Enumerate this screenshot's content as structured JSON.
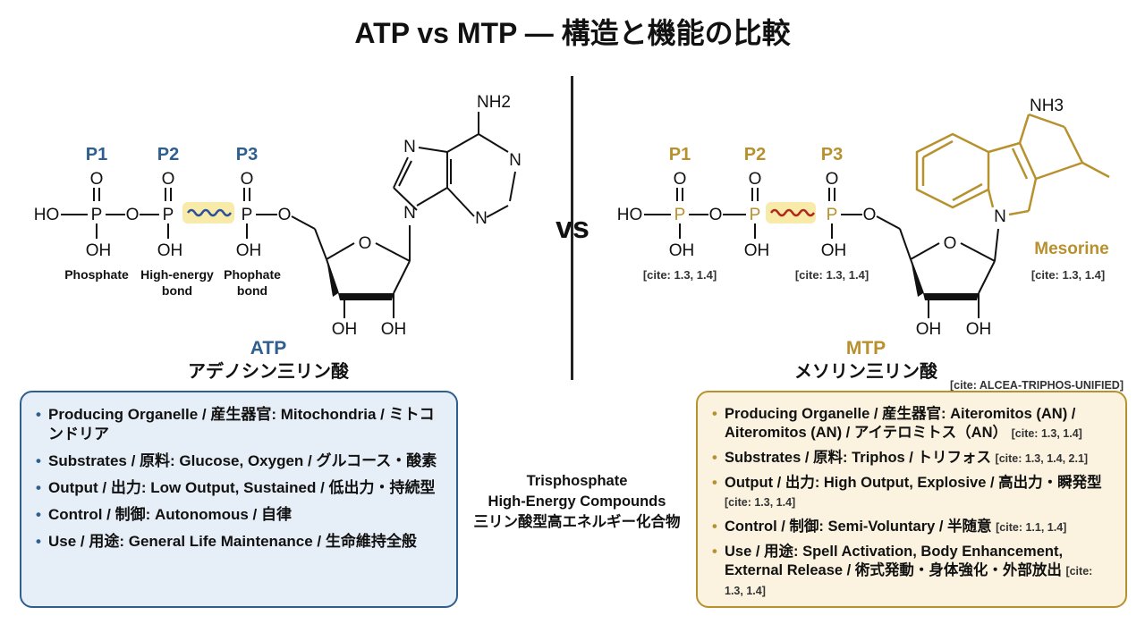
{
  "title": "ATP vs MTP — 構造と機能の比較",
  "vs_label": "vs",
  "colors": {
    "atp": "#2e5f8f",
    "mtp": "#b8912f",
    "atp_panel_bg": "#e6eef7",
    "mtp_panel_bg": "#fbf3e0",
    "wave_atp": "#2e4f9a",
    "wave_mtp": "#b0281c",
    "highlight": "#f8eaa8"
  },
  "atp": {
    "name": "ATP",
    "name_ja": "アデノシン三リン酸",
    "phosphates": [
      "P1",
      "P2",
      "P3"
    ],
    "atoms": {
      "ho": "HO",
      "p": "P",
      "o": "O",
      "oh": "OH",
      "nh2": "NH2",
      "n": "N"
    },
    "labels": {
      "phosphate": "Phosphate",
      "high_energy_1": "High-energy",
      "high_energy_2": "bond",
      "phophate_1": "Phophate",
      "phophate_2": "bond"
    }
  },
  "mtp": {
    "name": "MTP",
    "name_ja": "メソリン三リン酸",
    "phosphates": [
      "P1",
      "P2",
      "P3"
    ],
    "atoms": {
      "ho": "HO",
      "p": "P",
      "o": "O",
      "oh": "OH",
      "nh3": "NH3",
      "n": "N"
    },
    "base_name": "Mesorine",
    "cites": {
      "p1": "[cite: 1.3, 1.4]",
      "p3": "[cite: 1.3, 1.4]",
      "base": "[cite: 1.3, 1.4]"
    }
  },
  "page_cite": "[cite: ALCEA-TRIPHOS-UNIFIED]",
  "center_text": [
    "Trisphosphate",
    "High-Energy Compounds",
    "三リン酸型高エネルギー化合物"
  ],
  "atp_panel": {
    "items": [
      {
        "text": "Producing Organelle / 産生器官: Mitochondria / ミトコンドリア"
      },
      {
        "text": "Substrates / 原料: Glucose, Oxygen / グルコース・酸素"
      },
      {
        "text": "Output / 出力: Low Output, Sustained / 低出力・持続型"
      },
      {
        "text": "Control / 制御: Autonomous / 自律"
      },
      {
        "text": "Use / 用途: General Life Maintenance / 生命維持全般"
      }
    ]
  },
  "mtp_panel": {
    "items": [
      {
        "text": "Producing Organelle / 産生器官: Aiteromitos (AN) / Aiteromitos (AN) / アイテロミトス（AN）",
        "cite": "[cite: 1.3, 1.4]"
      },
      {
        "text": "Substrates / 原料: Triphos / トリフォス",
        "cite": "[cite: 1.3, 1.4, 2.1]"
      },
      {
        "text": "Output / 出力: High Output, Explosive / 高出力・瞬発型",
        "cite": "[cite: 1.3, 1.4]"
      },
      {
        "text": "Control / 制御: Semi-Voluntary / 半随意",
        "cite": "[cite: 1.1, 1.4]"
      },
      {
        "text": "Use / 用途: Spell Activation, Body Enhancement, External Release / 術式発動・身体強化・外部放出",
        "cite": "[cite: 1.3, 1.4]"
      }
    ]
  }
}
